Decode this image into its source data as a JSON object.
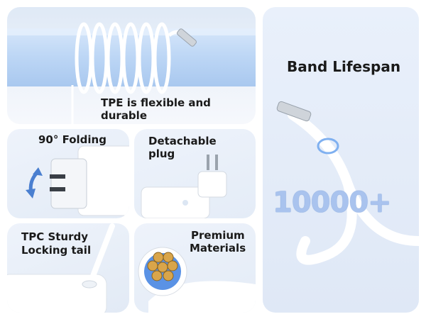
{
  "panels": {
    "top": {
      "caption": "TPE is flexible and durable"
    },
    "folding": {
      "caption": "90° Folding"
    },
    "plug": {
      "caption_line1": "Detachable",
      "caption_line2": "plug"
    },
    "tail": {
      "caption_line1": "TPC Sturdy",
      "caption_line2": "Locking tail"
    },
    "premium": {
      "caption_line1": "Premium",
      "caption_line2": "Materials"
    },
    "lifespan": {
      "title": "Band Lifespan",
      "number": "10000+"
    }
  },
  "colors": {
    "panel_bg": "#e6eef9",
    "accent_blue": "#4a7fd0",
    "number_blue": "#a9c3ee",
    "text": "#1a1a1a"
  }
}
